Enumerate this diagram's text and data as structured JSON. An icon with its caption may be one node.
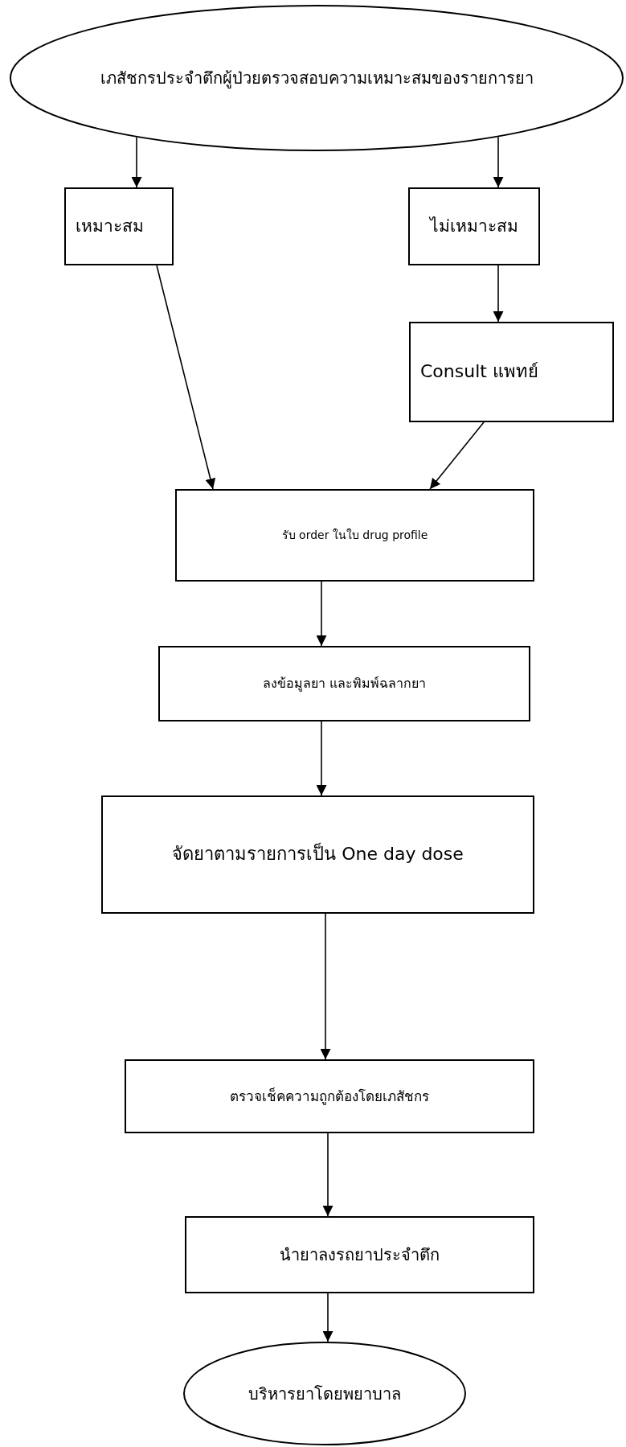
{
  "diagram": {
    "nodes": [
      {
        "text": [
          "เภสัชกรประจำตึกผู้ป่วยตรวจสอบความเหมาะสมของรายการยา"
        ]
      },
      {
        "text": [
          "เหมาะสม"
        ]
      },
      {
        "text": [
          "ไม่เหมาะสม"
        ]
      },
      {
        "text": [
          "Consult แพทย์"
        ]
      },
      {
        "text": [
          "รับ order ในใบ drug profile"
        ]
      },
      {
        "text": [
          "ลงข้อมูลยา และพิมพ์ฉลากยา"
        ]
      },
      {
        "text": [
          "จัดยาตามรายการเป็น One day dose"
        ]
      },
      {
        "text": [
          "ตรวจเช็คความถูกต้องโดยเภสัชกร"
        ]
      },
      {
        "text": [
          "นำยาลงรถยาประจำตึก"
        ]
      },
      {
        "text": [
          "บริหารยาโดยพยาบาล"
        ]
      }
    ],
    "edges": [
      {
        "from": 0,
        "to": 1,
        "arrow": "to"
      },
      {
        "from": 0,
        "to": 2,
        "arrow": "to"
      },
      {
        "from": 1,
        "to": 4,
        "arrow": "to"
      },
      {
        "from": 2,
        "to": 3,
        "arrow": "to"
      },
      {
        "from": 3,
        "to": 4,
        "arrow": "to"
      },
      {
        "from": 4,
        "to": 5,
        "arrow": "to"
      },
      {
        "from": 5,
        "to": 6,
        "arrow": "to"
      },
      {
        "from": 6,
        "to": 7,
        "arrow": "to"
      },
      {
        "from": 7,
        "to": 8,
        "arrow": "to"
      },
      {
        "from": 8,
        "to": 9,
        "arrow": "to"
      }
    ]
  }
}
